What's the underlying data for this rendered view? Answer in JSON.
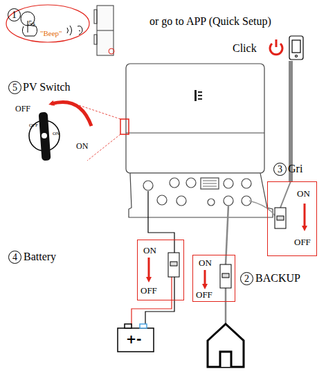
{
  "diagram": {
    "nodes": [
      {
        "text": [
          "5s",
          "\"Beep\""
        ]
      },
      {
        "text": [
          "ON",
          "OFF"
        ]
      },
      {
        "text": [
          "ON",
          "OFF"
        ]
      },
      {
        "text": [
          "ON",
          "OFF"
        ]
      }
    ],
    "labels": [
      "1",
      "or go to APP (Quick Setup)",
      "Click",
      "5",
      "PV Switch",
      "OFF",
      "ON",
      "OFF",
      "ON",
      "3",
      "Gri",
      "4",
      "Battery",
      "2",
      "BACKUP",
      "+-"
    ]
  }
}
